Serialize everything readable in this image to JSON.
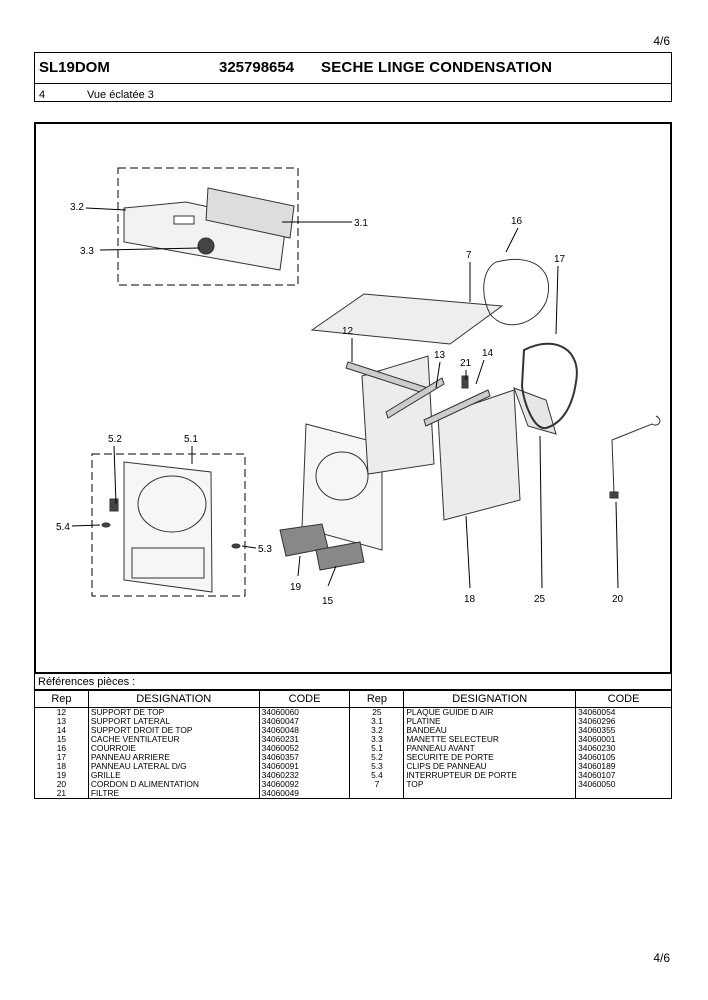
{
  "page": {
    "number": "4/6"
  },
  "header": {
    "model": "SL19DOM",
    "reference": "325798654",
    "description": "SECHE LINGE CONDENSATION",
    "section_number": "4",
    "section_title": "Vue éclatée 3"
  },
  "diagram": {
    "callouts": [
      "3.2",
      "3.1",
      "3.3",
      "16",
      "7",
      "17",
      "12",
      "13",
      "21",
      "14",
      "5.2",
      "5.1",
      "5.4",
      "5.3",
      "19",
      "15",
      "18",
      "25",
      "20"
    ]
  },
  "parts_table": {
    "title": "Références pièces  :",
    "headers": [
      "Rep",
      "DESIGNATION",
      "CODE",
      "Rep",
      "DESIGNATION",
      "CODE"
    ],
    "rows": [
      [
        "12",
        "SUPPORT DE TOP",
        "34060060",
        "25",
        "PLAQUE GUIDE D AIR",
        "34060054"
      ],
      [
        "13",
        "SUPPORT LATERAL",
        "34060047",
        "3.1",
        "PLATINE",
        "34060296"
      ],
      [
        "14",
        "SUPPORT DROIT DE TOP",
        "34060048",
        "3.2",
        "BANDEAU",
        "34060355"
      ],
      [
        "15",
        "CACHE VENTILATEUR",
        "34060231",
        "3.3",
        "MANETTE SELECTEUR",
        "34060001"
      ],
      [
        "16",
        "COURROIE",
        "34060052",
        "5.1",
        "PANNEAU AVANT",
        "34060230"
      ],
      [
        "17",
        "PANNEAU ARRIERE",
        "34060357",
        "5.2",
        "SECURITE DE PORTE",
        "34060105"
      ],
      [
        "18",
        "PANNEAU LATERAL D/G",
        "34060091",
        "5.3",
        "CLIPS DE PANNEAU",
        "34060189"
      ],
      [
        "19",
        "GRILLE",
        "34060232",
        "5.4",
        "INTERRUPTEUR DE PORTE",
        "34060107"
      ],
      [
        "20",
        "CORDON D ALIMENTATION",
        "34060092",
        "7",
        "TOP",
        "34060050"
      ],
      [
        "21",
        "FILTRE",
        "34060049",
        "",
        "",
        ""
      ]
    ]
  }
}
